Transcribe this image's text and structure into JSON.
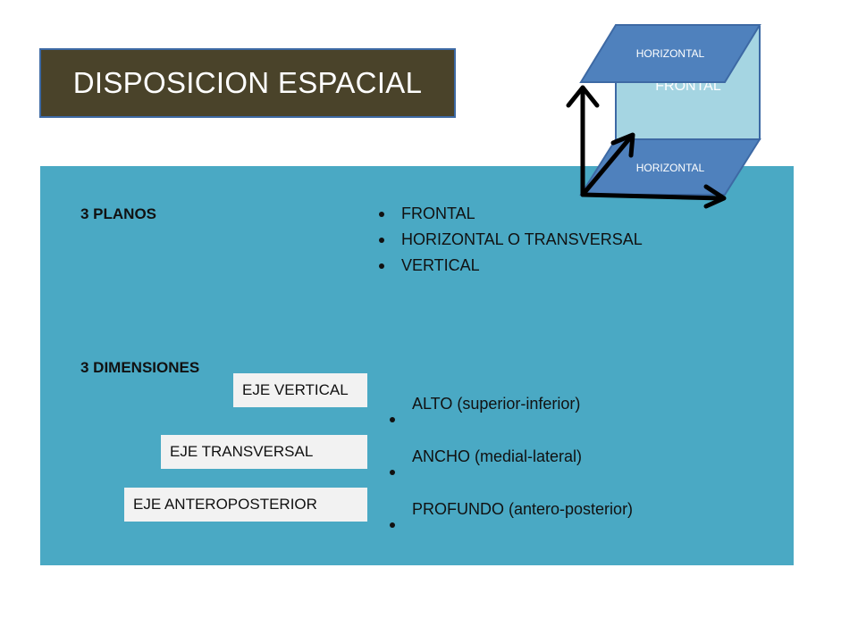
{
  "title": "DISPOSICION ESPACIAL",
  "planes": {
    "heading": "3 PLANOS",
    "items": [
      "FRONTAL",
      "HORIZONTAL O TRANSVERSAL",
      "VERTICAL"
    ]
  },
  "dimensions": {
    "heading": "3 DIMENSIONES",
    "axes": [
      "EJE VERTICAL",
      "EJE TRANSVERSAL",
      "EJE ANTEROPOSTERIOR"
    ],
    "items": [
      "ALTO (superior-inferior)",
      "ANCHO (medial-lateral)",
      "PROFUNDO (antero-posterior)"
    ]
  },
  "cube": {
    "top_face": "HORIZONTAL",
    "front_face": "FRONTAL",
    "bottom_face": "HORIZONTAL"
  },
  "colors": {
    "title_bg": "#4a432a",
    "panel_bg": "#4aa9c4",
    "face_blue": "#4f81bd",
    "face_light": "#a5d5e2"
  }
}
